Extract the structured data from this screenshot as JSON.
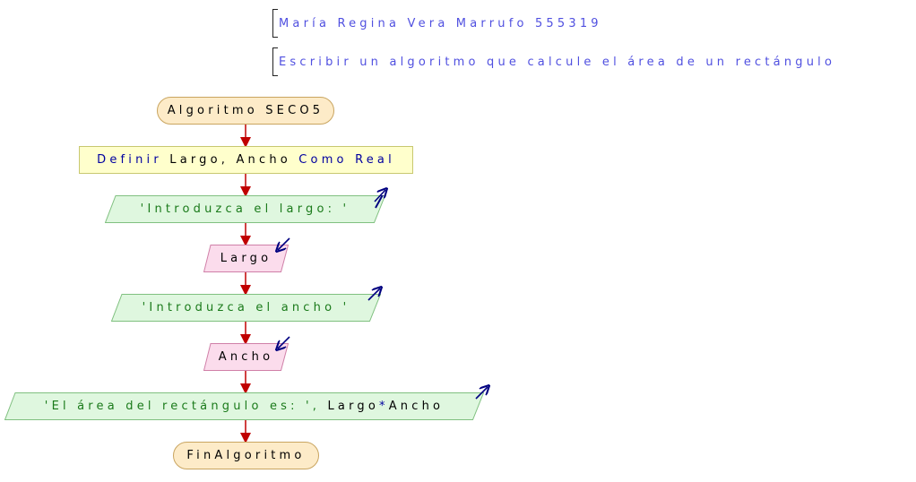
{
  "comments": [
    "María Regina Vera Marrufo 555319",
    "Escribir un algoritmo que calcule el área de un rectángulo"
  ],
  "start": {
    "keyword": "Algoritmo",
    "name": "SECO5"
  },
  "define": {
    "keyword": "Definir",
    "vars": "Largo, Ancho",
    "como": "Como",
    "type": "Real"
  },
  "write1": "'Introduzca el largo: '",
  "read1": "Largo",
  "write2": "'Introduzca el ancho '",
  "read2": "Ancho",
  "write3": {
    "text": "'El área del rectángulo es: ', ",
    "expr_a": "Largo",
    "op": "*",
    "expr_b": "Ancho"
  },
  "end": "FinAlgoritmo",
  "colors": {
    "arrow": "#c00000",
    "output_fill": "#dff7df",
    "output_border": "#80c080",
    "input_fill": "#fbdcec",
    "input_border": "#d080a8",
    "io_arrow": "#000080"
  }
}
